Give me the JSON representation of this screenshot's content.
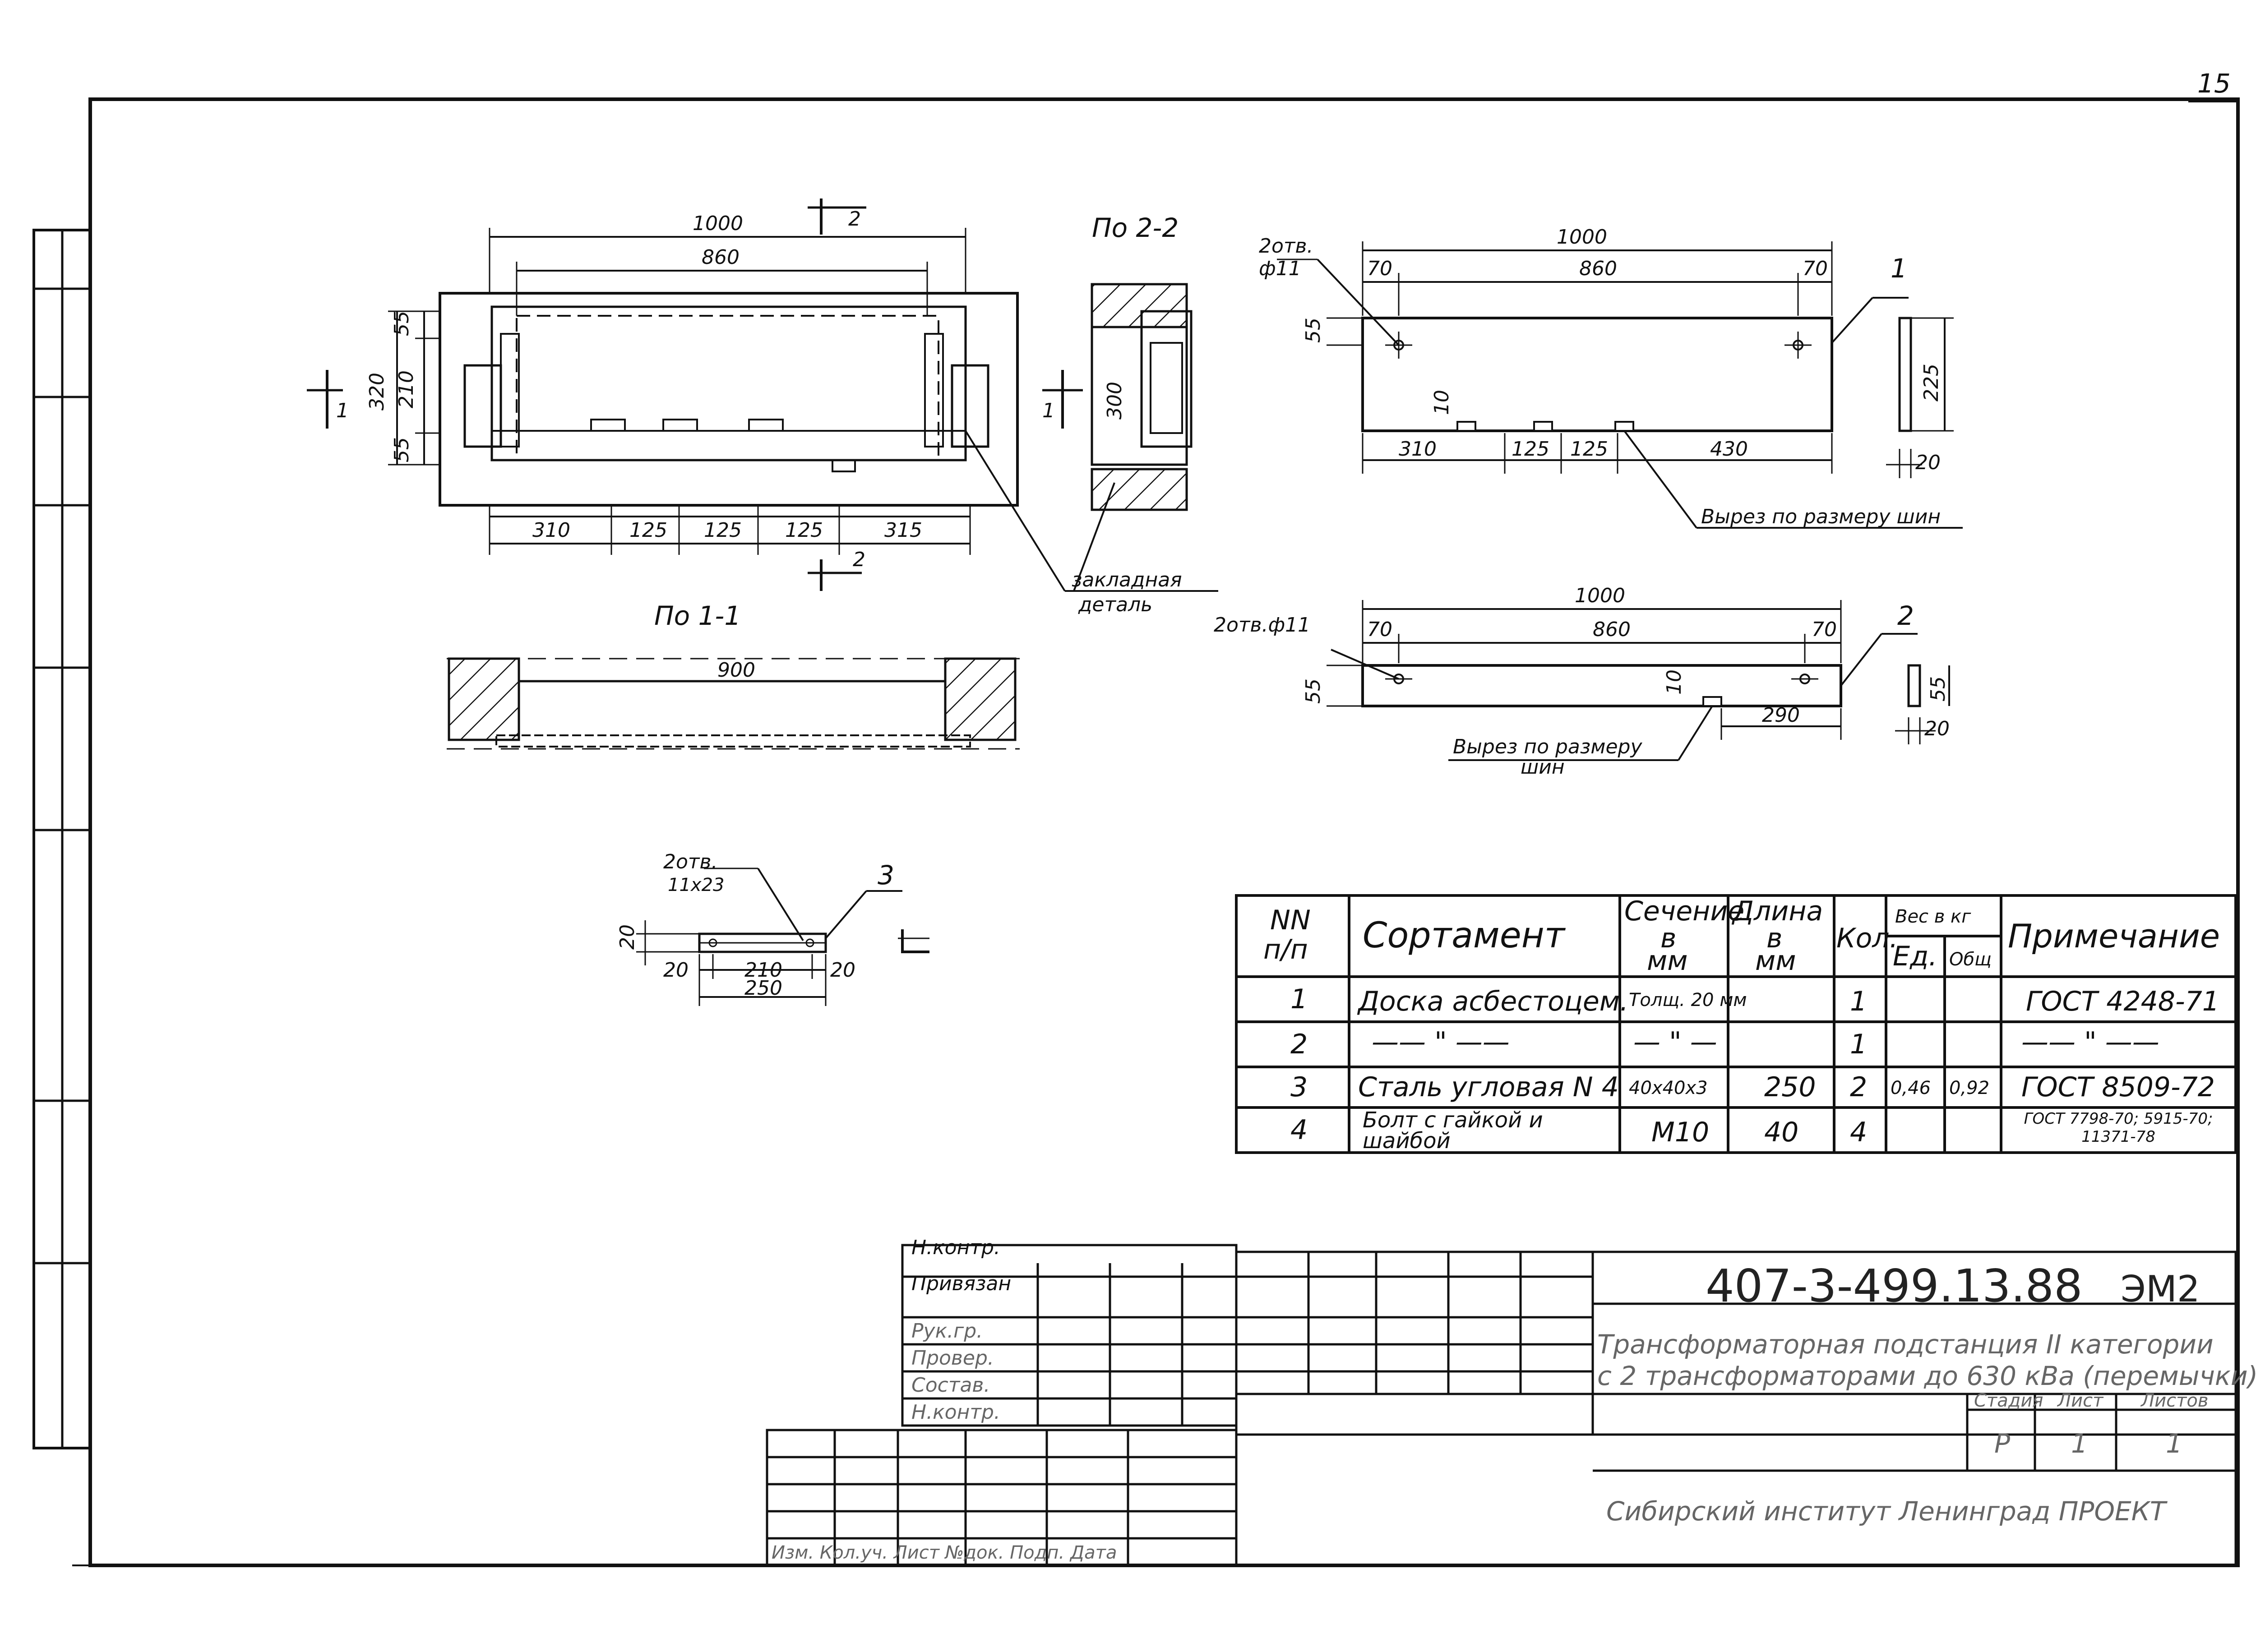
{
  "sheet": {
    "page_number": "15",
    "doc_code": "407-3-499.13.88",
    "doc_mark": "ЭМ2",
    "title_line1": "Трансформаторная подстанция II категории",
    "title_line2": "с 2 трансформаторами до 630 кВа (перемычки)",
    "company": "Сибирский институт Ленинград ПРОЕКТ",
    "stamp_headers": [
      "Стадия",
      "Лист",
      "Листов"
    ],
    "stamp_values": [
      "Р",
      "1",
      "1"
    ],
    "role_labels": [
      "Н.контр.",
      "Привязан",
      "Рук.гр.",
      "Провер.",
      "Состав.",
      "Н.контр."
    ],
    "bottom_row": "Изм. Кол.уч. Лист №док. Подп. Дата"
  },
  "drawing": {
    "view_2_2_title": "По 2-2",
    "view_1_1_title": "По 1-1",
    "section_1": "1",
    "section_2": "2",
    "plan_dims_top": [
      "1000",
      "860"
    ],
    "plan_dims_left": [
      "320",
      "55",
      "210",
      "55"
    ],
    "plan_dims_bottom": [
      "310",
      "125",
      "125",
      "125",
      "315"
    ],
    "view22_dim": "300",
    "embed_label_1": "закладная",
    "embed_label_2": "деталь",
    "section_dim": "900",
    "part1": {
      "dims_top": [
        "1000",
        "70",
        "860",
        "70"
      ],
      "hole_label_1": "2отв.",
      "hole_label_2": "ф11",
      "dim_55": "55",
      "dim_10": "10",
      "dims_bottom": [
        "310",
        "125",
        "125",
        "430"
      ],
      "side_dim": "225",
      "side_thick": "20",
      "callout": "1",
      "cut_note": "Вырез по размеру шин"
    },
    "part2": {
      "dims_top": [
        "1000",
        "70",
        "860",
        "70"
      ],
      "hole_label": "2отв.ф11",
      "dim_55": "55",
      "dim_10": "10",
      "dim_290": "290",
      "side_dim": "55",
      "side_thick": "20",
      "callout": "2",
      "cut_note_1": "Вырез по размеру",
      "cut_note_2": "шин"
    },
    "part3": {
      "hole_label_1": "2отв.",
      "hole_label_2": "11x23",
      "callout": "3",
      "dim_20_left": "20",
      "dim_20": "20",
      "dim_210": "210",
      "dim_20_right": "20",
      "dim_250": "250"
    }
  },
  "spec_table": {
    "headers": {
      "num_1": "NN",
      "num_2": "п/п",
      "assortment": "Сортамент",
      "section_1": "Сечение",
      "section_2": "в",
      "section_3": "мм",
      "length_1": "Длина",
      "length_2": "в",
      "length_3": "мм",
      "qty": "Кол.",
      "weight": "Вес в кг",
      "weight_unit": "Ед.",
      "weight_total": "Общ",
      "note": "Примечание"
    },
    "rows": [
      {
        "n": "1",
        "assortment": "Доска асбестоцем.",
        "section": "Толщ. 20 мм",
        "length": "",
        "qty": "1",
        "unit_w": "",
        "total_w": "",
        "note": "ГОСТ 4248-71"
      },
      {
        "n": "2",
        "assortment": "—— \" ——",
        "section": "— \" —",
        "length": "",
        "qty": "1",
        "unit_w": "",
        "total_w": "",
        "note": "—— \" ——"
      },
      {
        "n": "3",
        "assortment": "Сталь угловая N 4",
        "section": "40x40x3",
        "length": "250",
        "qty": "2",
        "unit_w": "0,46",
        "total_w": "0,92",
        "note": "ГОСТ 8509-72"
      },
      {
        "n": "4",
        "assortment": "Болт с гайкой и шайбой",
        "section": "М10",
        "length": "40",
        "qty": "4",
        "unit_w": "",
        "total_w": "",
        "note": "ГОСТ 7798-70; 5915-70; 11371-78"
      }
    ]
  }
}
